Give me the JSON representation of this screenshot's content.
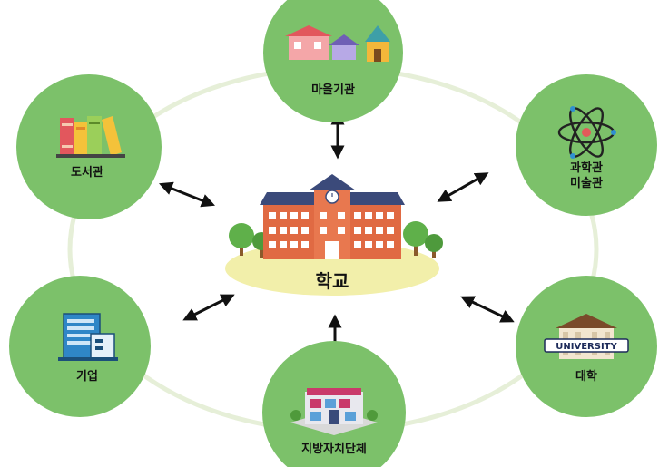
{
  "center": {
    "label": "학교",
    "icon": "school-building-icon"
  },
  "nodes": [
    {
      "id": "village",
      "label_lines": [
        "마을기관"
      ],
      "icon": "village-houses-icon"
    },
    {
      "id": "science",
      "label_lines": [
        "과학관",
        "미술관"
      ],
      "icon": "atom-icon"
    },
    {
      "id": "university",
      "label_lines": [
        "대학"
      ],
      "icon": "university-building-icon",
      "icon_text": "UNIVERSITY"
    },
    {
      "id": "local-gov",
      "label_lines": [
        "지방자치단체"
      ],
      "icon": "government-building-icon"
    },
    {
      "id": "company",
      "label_lines": [
        "기업"
      ],
      "icon": "office-building-icon"
    },
    {
      "id": "library",
      "label_lines": [
        "도서관"
      ],
      "icon": "books-icon"
    }
  ],
  "colors": {
    "node_fill": "#7cc16a",
    "ring": "#e6efd8",
    "lawn": "#f2efaa",
    "arrow": "#111111",
    "brick": "#e06a43"
  }
}
